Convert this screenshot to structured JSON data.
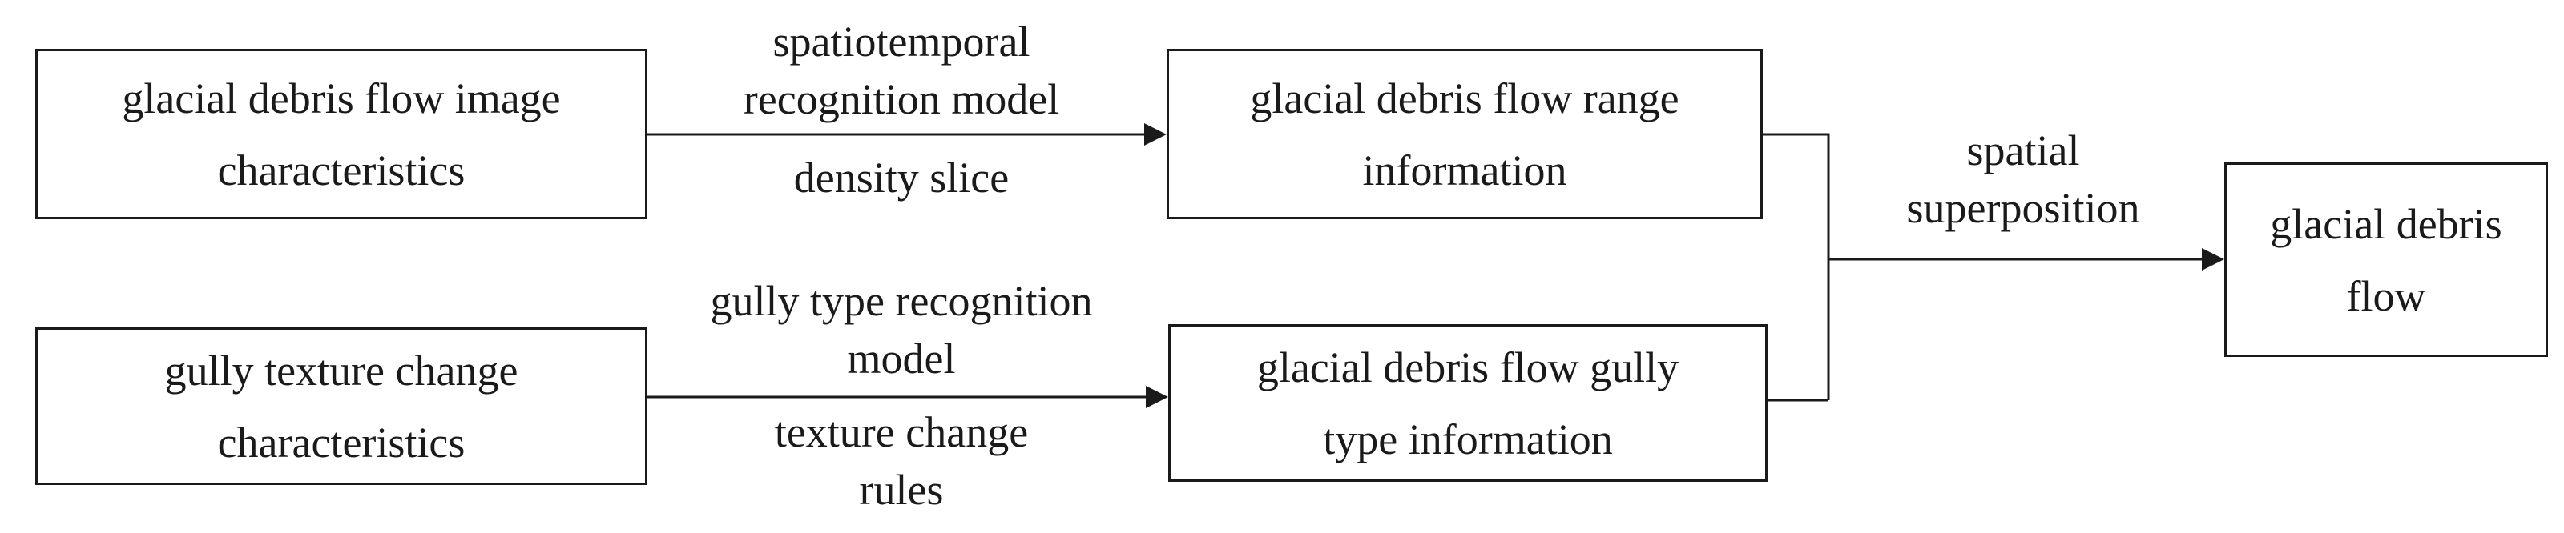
{
  "boxes": {
    "image_characteristics": "glacial debris flow image\ncharacteristics",
    "texture_characteristics": "gully texture change\ncharacteristics",
    "range_information": "glacial debris flow range\ninformation",
    "gully_type_information": "glacial debris flow gully\ntype information",
    "result": "glacial debris\nflow"
  },
  "labels": {
    "spatiotemporal_model": "spatiotemporal\nrecognition model",
    "density_slice": "density slice",
    "gully_type_model": "gully type recognition\nmodel",
    "texture_rules": "texture change\nrules",
    "spatial_superposition": "spatial\nsuperposition"
  },
  "colors": {
    "stroke": "#1a1a1a",
    "background": "#ffffff"
  }
}
